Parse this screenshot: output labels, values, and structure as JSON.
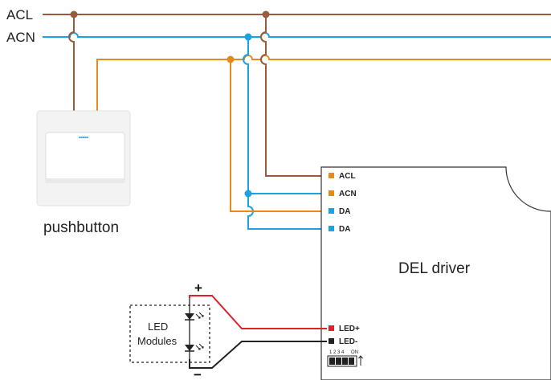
{
  "bus": {
    "acl_label": "ACL",
    "acn_label": "ACN"
  },
  "pushbutton": {
    "label": "pushbutton"
  },
  "driver": {
    "title": "DEL driver",
    "terminals": [
      {
        "label": "ACL",
        "color": "#e8891e"
      },
      {
        "label": "ACN",
        "color": "#e8891e"
      },
      {
        "label": "DA",
        "color": "#1aa3e0"
      },
      {
        "label": "DA",
        "color": "#1aa3e0"
      },
      {
        "label": "LED+",
        "color": "#e0202a"
      },
      {
        "label": "LED-",
        "color": "#222222"
      }
    ],
    "dip_numbers": "1 2 3 4",
    "dip_on": "ON"
  },
  "led_modules": {
    "label_line1": "LED",
    "label_line2": "Modules",
    "plus": "+",
    "minus": "−"
  },
  "colors": {
    "acl_wire": "#9b5a3c",
    "acn_wire": "#1aa3e0",
    "da_wire": "#e8891e",
    "led_plus_wire": "#e0202a",
    "led_minus_wire": "#222222"
  }
}
